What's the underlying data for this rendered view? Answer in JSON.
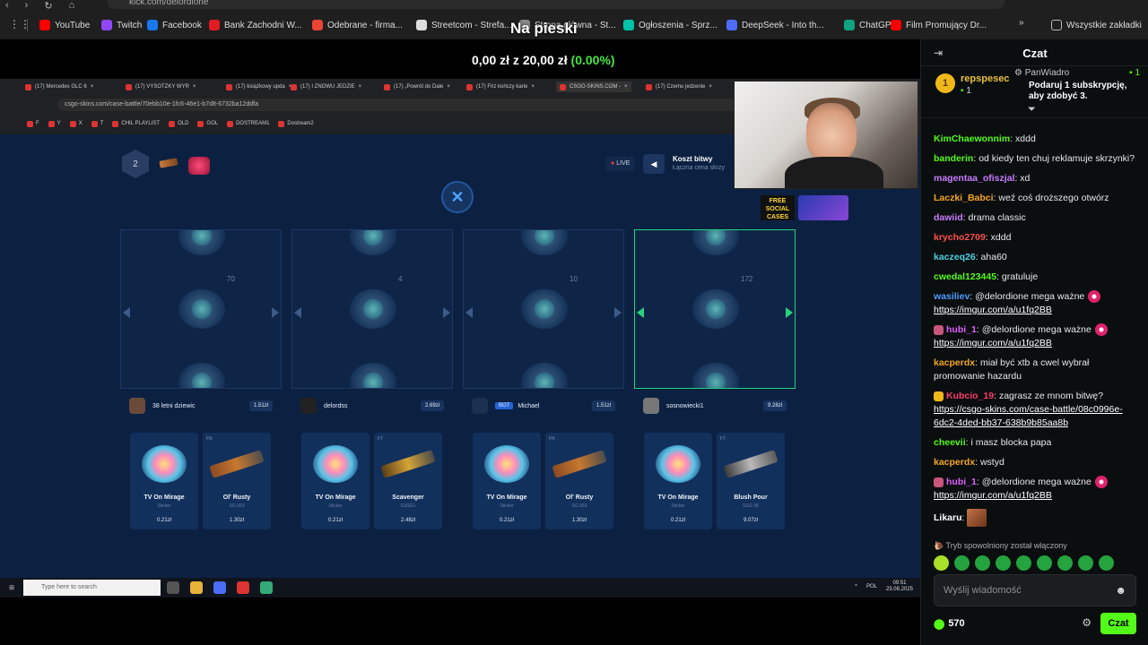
{
  "browser": {
    "url": "kick.com/delordione",
    "bookmarks": [
      {
        "label": "YouTube",
        "color": "#ff0000"
      },
      {
        "label": "Twitch",
        "color": "#9146ff"
      },
      {
        "label": "Facebook",
        "color": "#1877f2"
      },
      {
        "label": "Bank Zachodni W...",
        "color": "#e31b23"
      },
      {
        "label": "Odebrane - firma...",
        "color": "#ea4335"
      },
      {
        "label": "Streetcom - Strefa...",
        "color": "#dddddd"
      },
      {
        "label": "Strona główna - St...",
        "color": "#888888"
      },
      {
        "label": "Ogłoszenia - Sprz...",
        "color": "#00c2a8"
      },
      {
        "label": "DeepSeek - Into th...",
        "color": "#4d6bfe"
      },
      {
        "label": "ChatGPT",
        "color": "#10a37f"
      },
      {
        "label": "Film Promujący Dr...",
        "color": "#ff0000"
      }
    ],
    "all_bookmarks": "Wszystkie zakładki"
  },
  "stream": {
    "title": "Na pieski",
    "progress_current": "0,00 zł",
    "progress_of": "z",
    "progress_goal": "20,00 zł",
    "progress_pct": "(0.00%)",
    "inner_tabs": [
      "(17) Mercedes GLC 6",
      "(17) VYSOTZKY WYR",
      "(17) książkowy upda",
      "(17) I ZNOWU JEDZIE",
      "(17) „Powrót do Dale",
      "(17) Friz kończy karie",
      "CSGO-SKINS.COM -",
      "(17) Czemu jedzenie"
    ],
    "inner_url": "csgo-skins.com/case-battle/70ebb10e-1fc6-46e1-b7d8-6732ba12ddfa",
    "inner_bookmarks": [
      "F",
      "Y",
      "X",
      "T",
      "CHIL PLAYLIST",
      "OLD",
      "GOL",
      "DOSTREAM1",
      "Dostream2"
    ],
    "game": {
      "round": "2",
      "live": "LIVE",
      "back_icon": "chevron-left-icon",
      "cost_title": "Koszt bitwy",
      "cost_sub": "Łączna cena skrzy",
      "vs_icon": "crossed-swords-icon",
      "reel_counts": [
        "70",
        "4",
        "10",
        "172"
      ],
      "players": [
        {
          "name": "38 letni dziewic",
          "value": "1.51zł",
          "bot": ""
        },
        {
          "name": "delordss",
          "value": "2.69zł",
          "bot": ""
        },
        {
          "name": "Michael",
          "value": "1.51zł",
          "bot": "BOT"
        },
        {
          "name": "sosnowiecki1",
          "value": "9.28zł",
          "bot": ""
        }
      ],
      "loot": [
        {
          "name": "TV On Mirage",
          "sub": "Sticker",
          "price": "0.21zł",
          "tag": "",
          "kind": "sticker"
        },
        {
          "name": "Ol' Rusty",
          "sub": "SG 553",
          "price": "1.30zł",
          "tag": "FN",
          "kind": "gun"
        },
        {
          "name": "TV On Mirage",
          "sub": "Sticker",
          "price": "0.21zł",
          "tag": "",
          "kind": "sticker"
        },
        {
          "name": "Scavenger",
          "sub": "G3SG1",
          "price": "2.48zł",
          "tag": "FT",
          "kind": "gun-gold"
        },
        {
          "name": "TV On Mirage",
          "sub": "Sticker",
          "price": "0.21zł",
          "tag": "",
          "kind": "sticker"
        },
        {
          "name": "Ol' Rusty",
          "sub": "SG 553",
          "price": "1.30zł",
          "tag": "FN",
          "kind": "gun"
        },
        {
          "name": "TV On Mirage",
          "sub": "Sticker",
          "price": "0.21zł",
          "tag": "",
          "kind": "sticker"
        },
        {
          "name": "Blush Pour",
          "sub": "SSG 08",
          "price": "9.07zł",
          "tag": "FT",
          "kind": "gun-steel"
        }
      ],
      "promo": "FREE SOCIAL CASES"
    },
    "taskbar": {
      "search_placeholder": "Type here to search",
      "lang": "POL",
      "time": "09:51",
      "date": "23.08.2025"
    }
  },
  "chat": {
    "title": "Czat",
    "pinned": {
      "badge": "1",
      "user": "repspesec",
      "count": "1",
      "gifter": "PanWiadro",
      "gifter_count": "1",
      "message": "Podaruj 1 subskrypcję, aby zdobyć 3."
    },
    "messages": [
      {
        "user": "KimChaewonnim",
        "color": "#53fc18",
        "text": "xddd",
        "link": ""
      },
      {
        "user": "banderin",
        "color": "#53fc18",
        "text": "od kiedy ten chuj reklamuje skrzynki?",
        "link": ""
      },
      {
        "user": "magentaa_ofiszjal",
        "color": "#c77dff",
        "text": "xd",
        "link": ""
      },
      {
        "user": "Laczki_Babci",
        "color": "#f5a623",
        "text": "weź coś droższego otwórz",
        "link": ""
      },
      {
        "user": "dawiid",
        "color": "#c77dff",
        "text": "drama classic",
        "link": ""
      },
      {
        "user": "krycho2709",
        "color": "#ff4d4d",
        "text": "xddd",
        "link": ""
      },
      {
        "user": "kaczeq26",
        "color": "#4dd0e1",
        "text": "aha60",
        "link": ""
      },
      {
        "user": "cwedal123445",
        "color": "#53fc18",
        "text": "gratuluje",
        "link": ""
      },
      {
        "user": "wasiliev",
        "color": "#4d9cff",
        "text": "@delordione mega ważne",
        "link": "https://imgur.com/a/u1fq2BB"
      },
      {
        "user": "hubi_1",
        "color": "#e05cff",
        "text": "@delordione mega ważne",
        "link": "https://imgur.com/a/u1fq2BB"
      },
      {
        "user": "kacperdx",
        "color": "#f5a623",
        "text": "miał być xtb a cwel wybrał promowanie hazardu",
        "link": ""
      },
      {
        "user": "Kubcio_19",
        "color": "#ff3b6b",
        "text": "zagrasz ze mnom bitwę?",
        "link": "https://csgo-skins.com/case-battle/08c0996e-6dc2-4ded-bb37-638b9b85aa8b"
      },
      {
        "user": "cheevii",
        "color": "#53fc18",
        "text": "i masz blocka papa",
        "link": ""
      },
      {
        "user": "kacperdx",
        "color": "#f5a623",
        "text": "wstyd",
        "link": ""
      },
      {
        "user": "hubi_1",
        "color": "#e05cff",
        "text": "@delordione mega ważne",
        "link": "https://imgur.com/a/u1fq2BB"
      },
      {
        "user": "Likaru",
        "color": "#ffffff",
        "text": "",
        "link": ""
      }
    ],
    "slowmode": "Tryb spowolniony został włączony",
    "input_placeholder": "Wyślij wiadomość",
    "points": "570",
    "send_label": "Czat"
  }
}
